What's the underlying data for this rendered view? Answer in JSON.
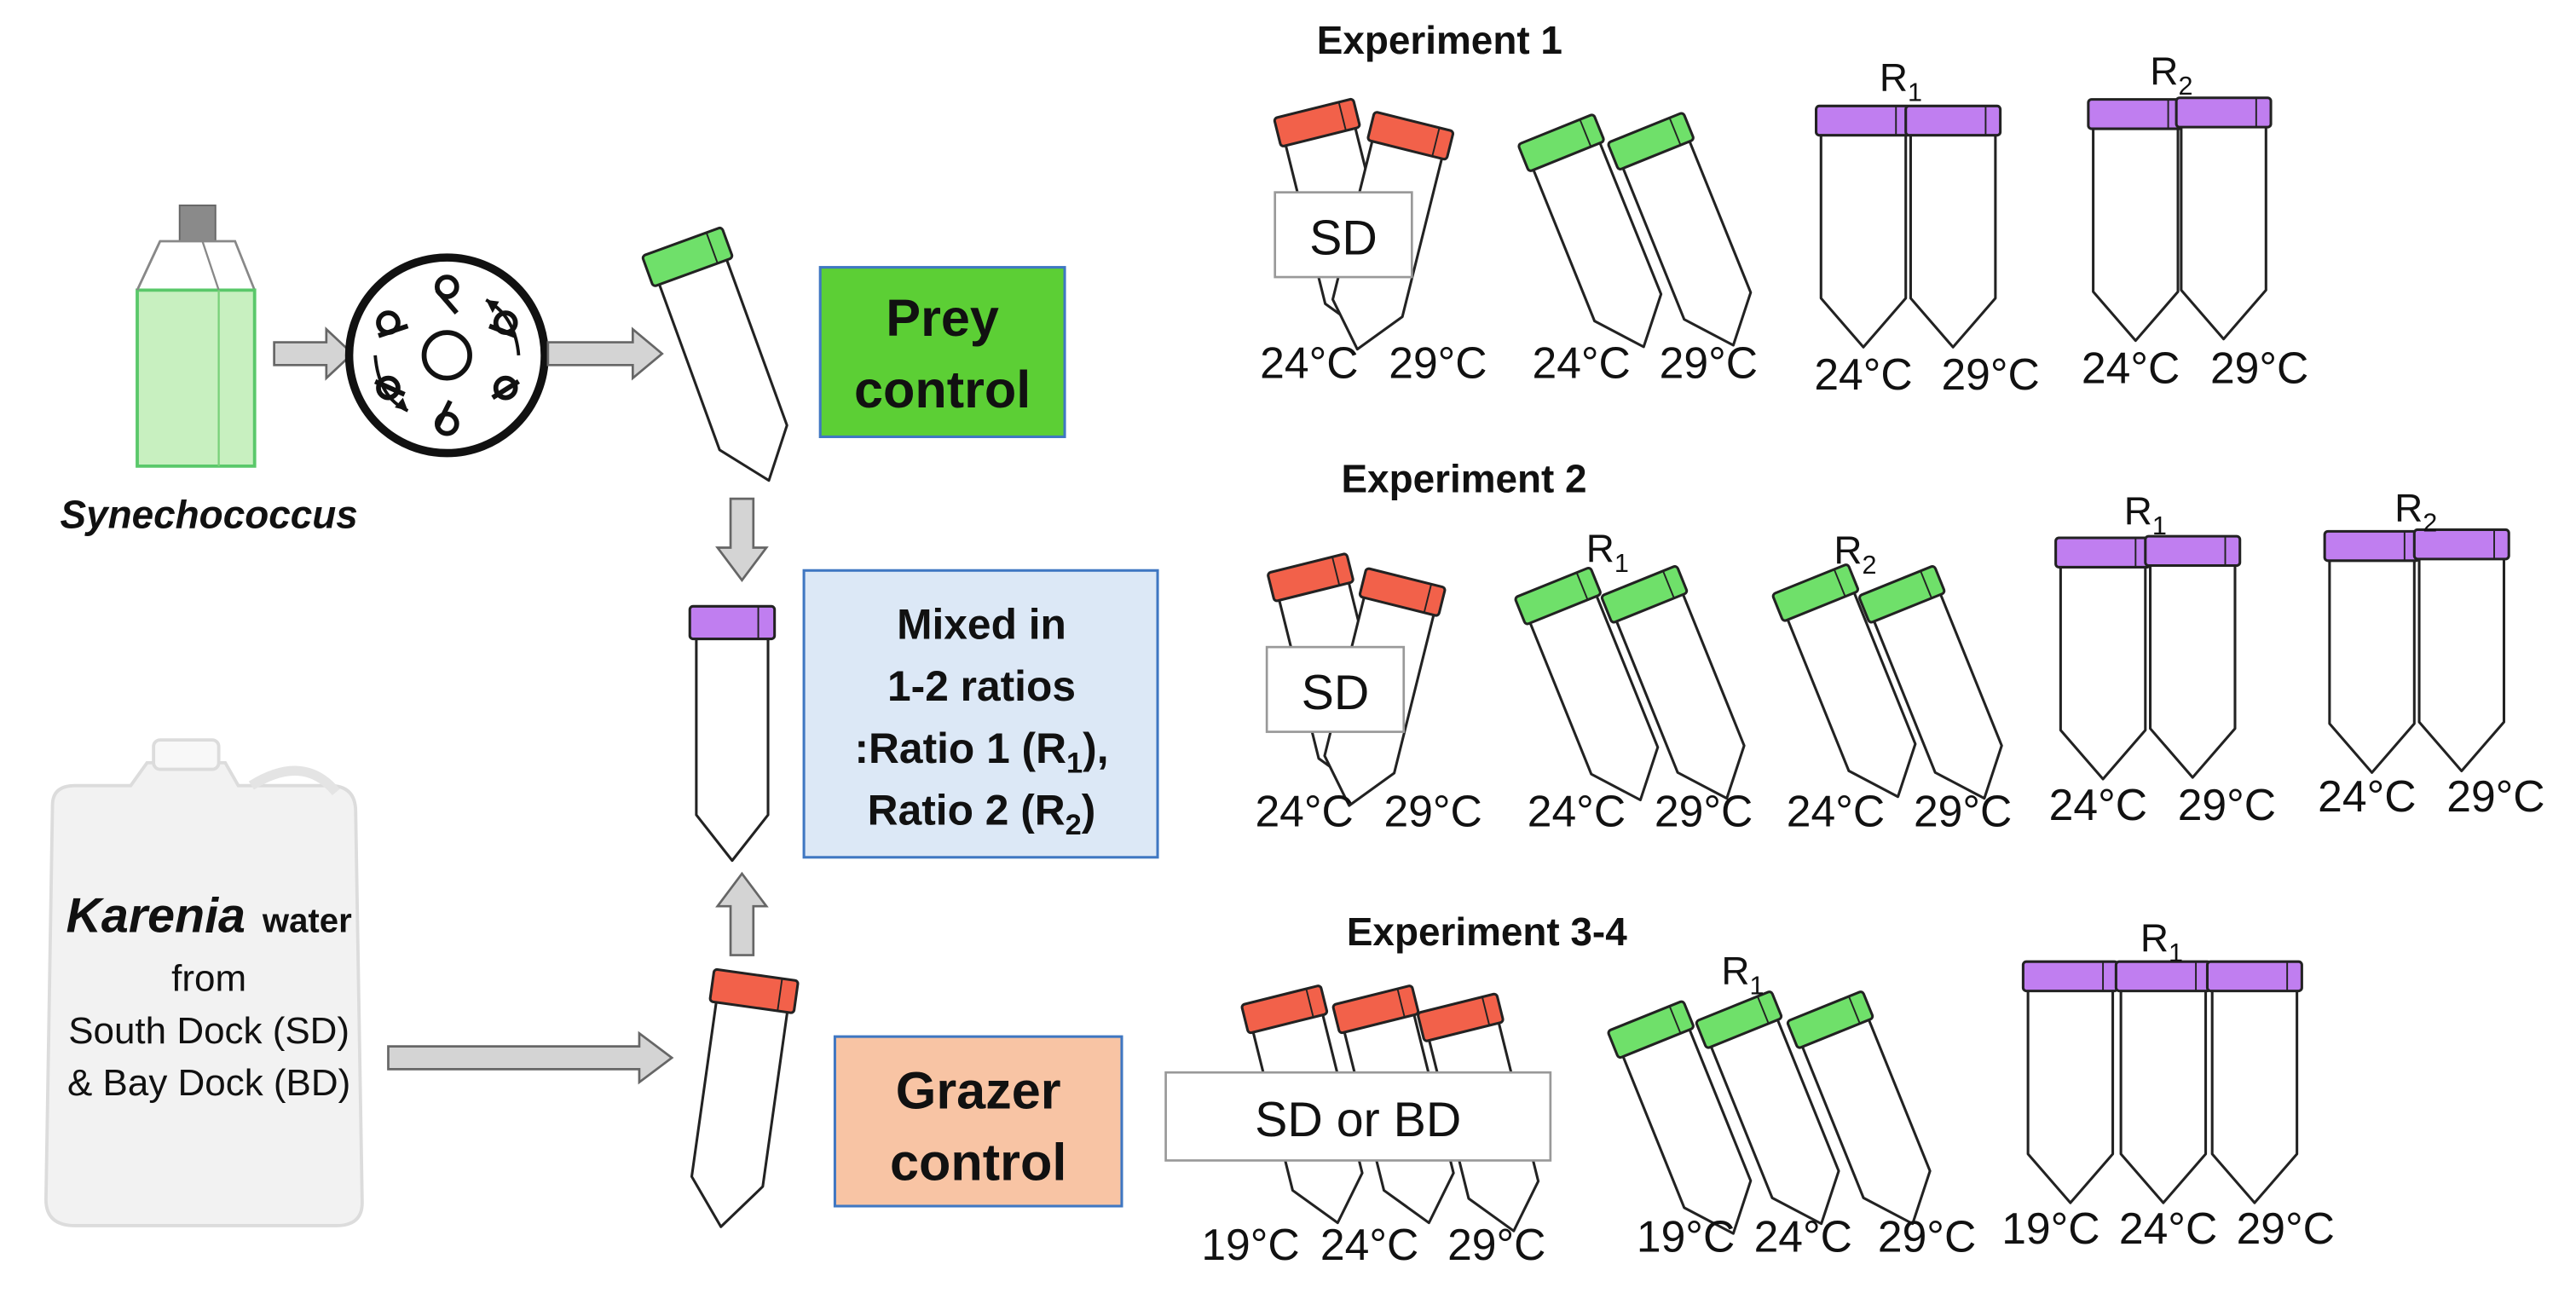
{
  "colors": {
    "red_cap": "#f2614a",
    "green_cap": "#6fe06a",
    "purple_cap": "#c07ef0",
    "prey_box": "#5ccf35",
    "mixed_box": "#dce8f6",
    "grazer_box": "#f8c4a4",
    "flask_liquid": "#c8f0c0",
    "arrow_fill": "#d4d4d4"
  },
  "left": {
    "organism": "Synechococcus",
    "karenia_word": "Karenia",
    "water_word": "water",
    "from": "from",
    "south_dock": "South Dock (SD)",
    "bay_dock": "& Bay Dock (BD)"
  },
  "boxes": {
    "prey_line1": "Prey",
    "prey_line2": "control",
    "mixed_line1": "Mixed in",
    "mixed_line2": "1-2 ratios",
    "mixed_line3_pre": ":Ratio 1 (R",
    "mixed_line3_sub": "1",
    "mixed_line3_post": "),",
    "mixed_line4_pre": "Ratio 2 (R",
    "mixed_line4_sub": "2",
    "mixed_line4_post": ")",
    "grazer_line1": "Grazer",
    "grazer_line2": "control"
  },
  "experiments": {
    "exp1": {
      "title": "Experiment 1",
      "sd_label": "SD",
      "r1_label": "R",
      "r1_sub": "1",
      "r2_label": "R",
      "r2_sub": "2",
      "temps": [
        "24°C",
        "29°C"
      ]
    },
    "exp2": {
      "title": "Experiment 2",
      "sd_label": "SD",
      "r1_label": "R",
      "r1_sub": "1",
      "r2_label": "R",
      "r2_sub": "2",
      "temps": [
        "24°C",
        "29°C"
      ]
    },
    "exp3": {
      "title": "Experiment 3-4",
      "sd_bd_label": "SD or BD",
      "r1_label": "R",
      "r1_sub": "1",
      "temps": [
        "19°C",
        "24°C",
        "29°C"
      ]
    }
  }
}
